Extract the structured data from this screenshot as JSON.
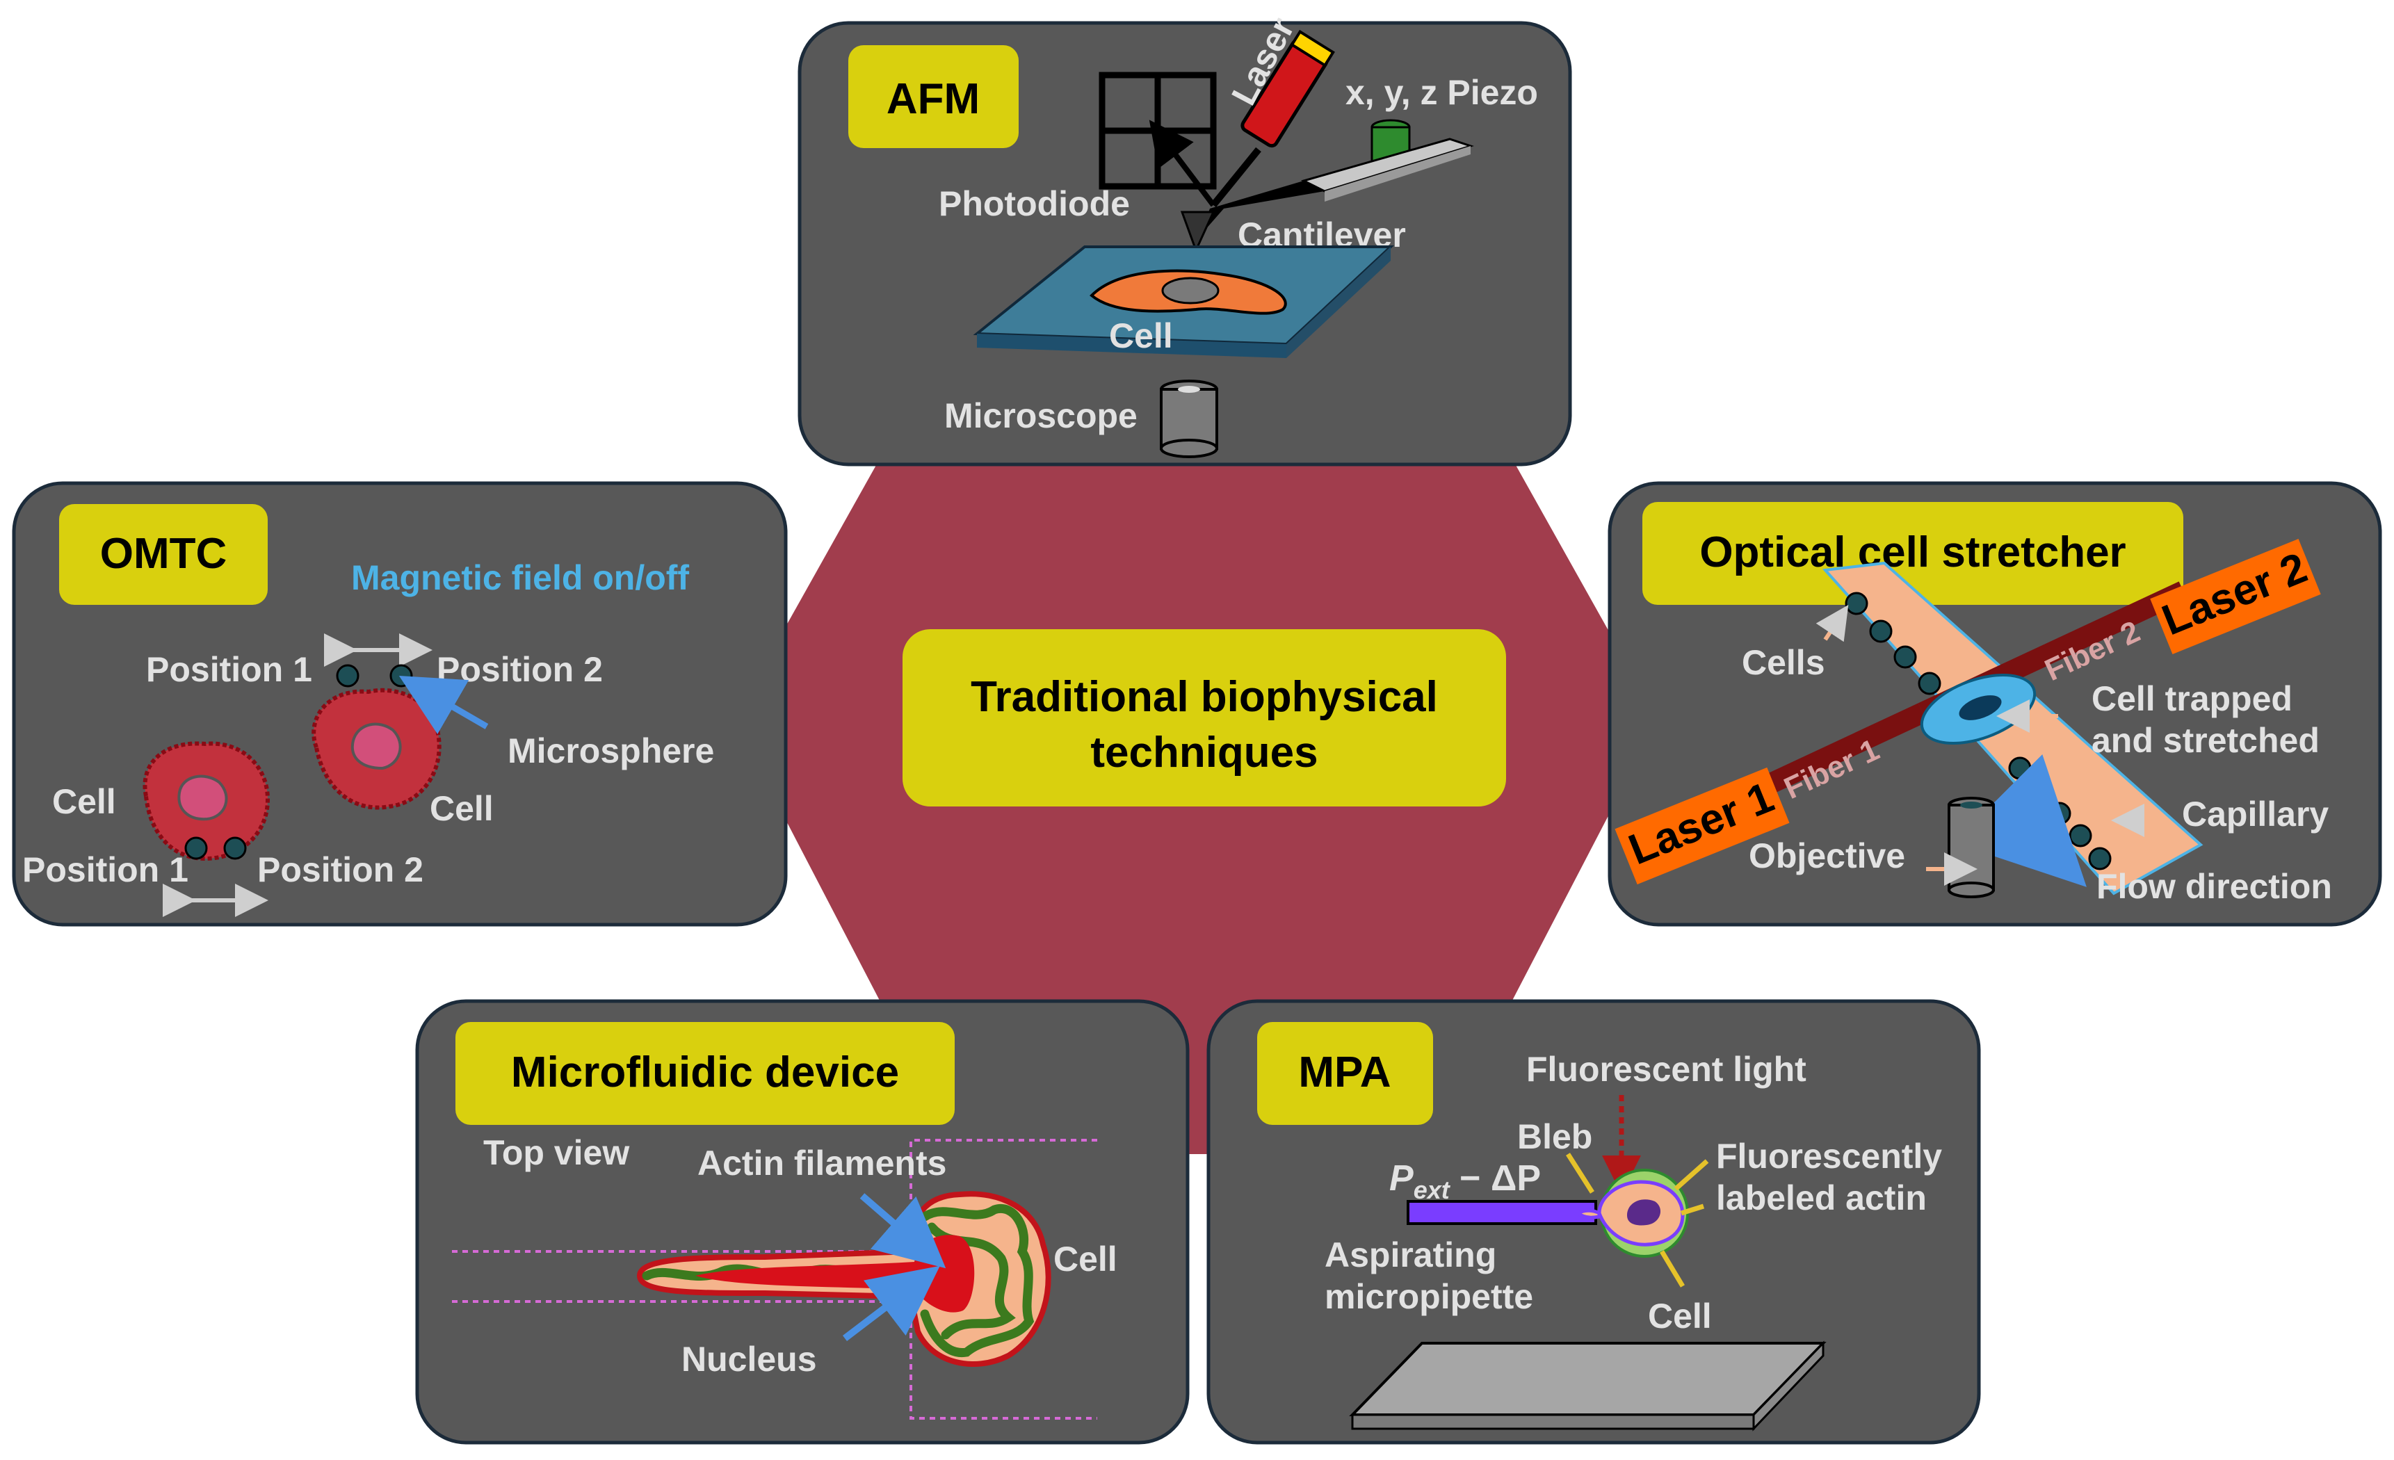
{
  "colors": {
    "hexagon": "#a13d4d",
    "panel": "#585858",
    "panel_border": "#1c2b3a",
    "title_box": "#d9d00e",
    "label": "#e2e2e2",
    "highlight": "#4db3e6",
    "laser_box": "#ff6a00",
    "fiber": "#7a1010",
    "capillary": "#f5b48c",
    "cell_orange": "#f07a3a",
    "slide_blue": "#3e7d99",
    "cell_red": "#c2313d",
    "nucleus_pink": "#d24f7a",
    "microsphere": "#1d4e55",
    "actin_green": "#3c7a1e",
    "pipette": "#7a3dff",
    "arrow_blue": "#4a90e2",
    "arrow_yellow": "#e6c22a"
  },
  "center": {
    "line1": "Traditional biophysical",
    "line2": "techniques"
  },
  "afm": {
    "title": "AFM",
    "laser": "Laser",
    "piezo": "x, y, z Piezo",
    "photodiode": "Photodiode",
    "cantilever": "Cantilever",
    "cell": "Cell",
    "microscope": "Microscope"
  },
  "omtc": {
    "title": "OMTC",
    "magnetic": "Magnetic field on/off",
    "position1_top": "Position 1",
    "position2_top": "Position 2",
    "microsphere": "Microsphere",
    "cell_left": "Cell",
    "cell_right": "Cell",
    "position1_bottom": "Position 1",
    "position2_bottom": "Position 2"
  },
  "optical": {
    "title": "Optical cell stretcher",
    "laser2": "Laser 2",
    "laser1": "Laser 1",
    "fiber2": "Fiber 2",
    "fiber1": "Fiber 1",
    "cells": "Cells",
    "trapped_line1": "Cell trapped",
    "trapped_line2": "and stretched",
    "capillary": "Capillary",
    "objective": "Objective",
    "flow": "Flow direction"
  },
  "microfluidic": {
    "title": "Microfluidic device",
    "top_view": "Top view",
    "actin": "Actin filaments",
    "cell": "Cell",
    "nucleus": "Nucleus"
  },
  "mpa": {
    "title": "MPA",
    "fluorescent_light": "Fluorescent light",
    "bleb": "Bleb",
    "labeled_line1": "Fluorescently",
    "labeled_line2": "labeled actin",
    "pressure_main": "P",
    "pressure_sub": "ext",
    "pressure_rest": " − ΔP",
    "aspirating_line1": "Aspirating",
    "aspirating_line2": "micropipette",
    "cell": "Cell"
  }
}
